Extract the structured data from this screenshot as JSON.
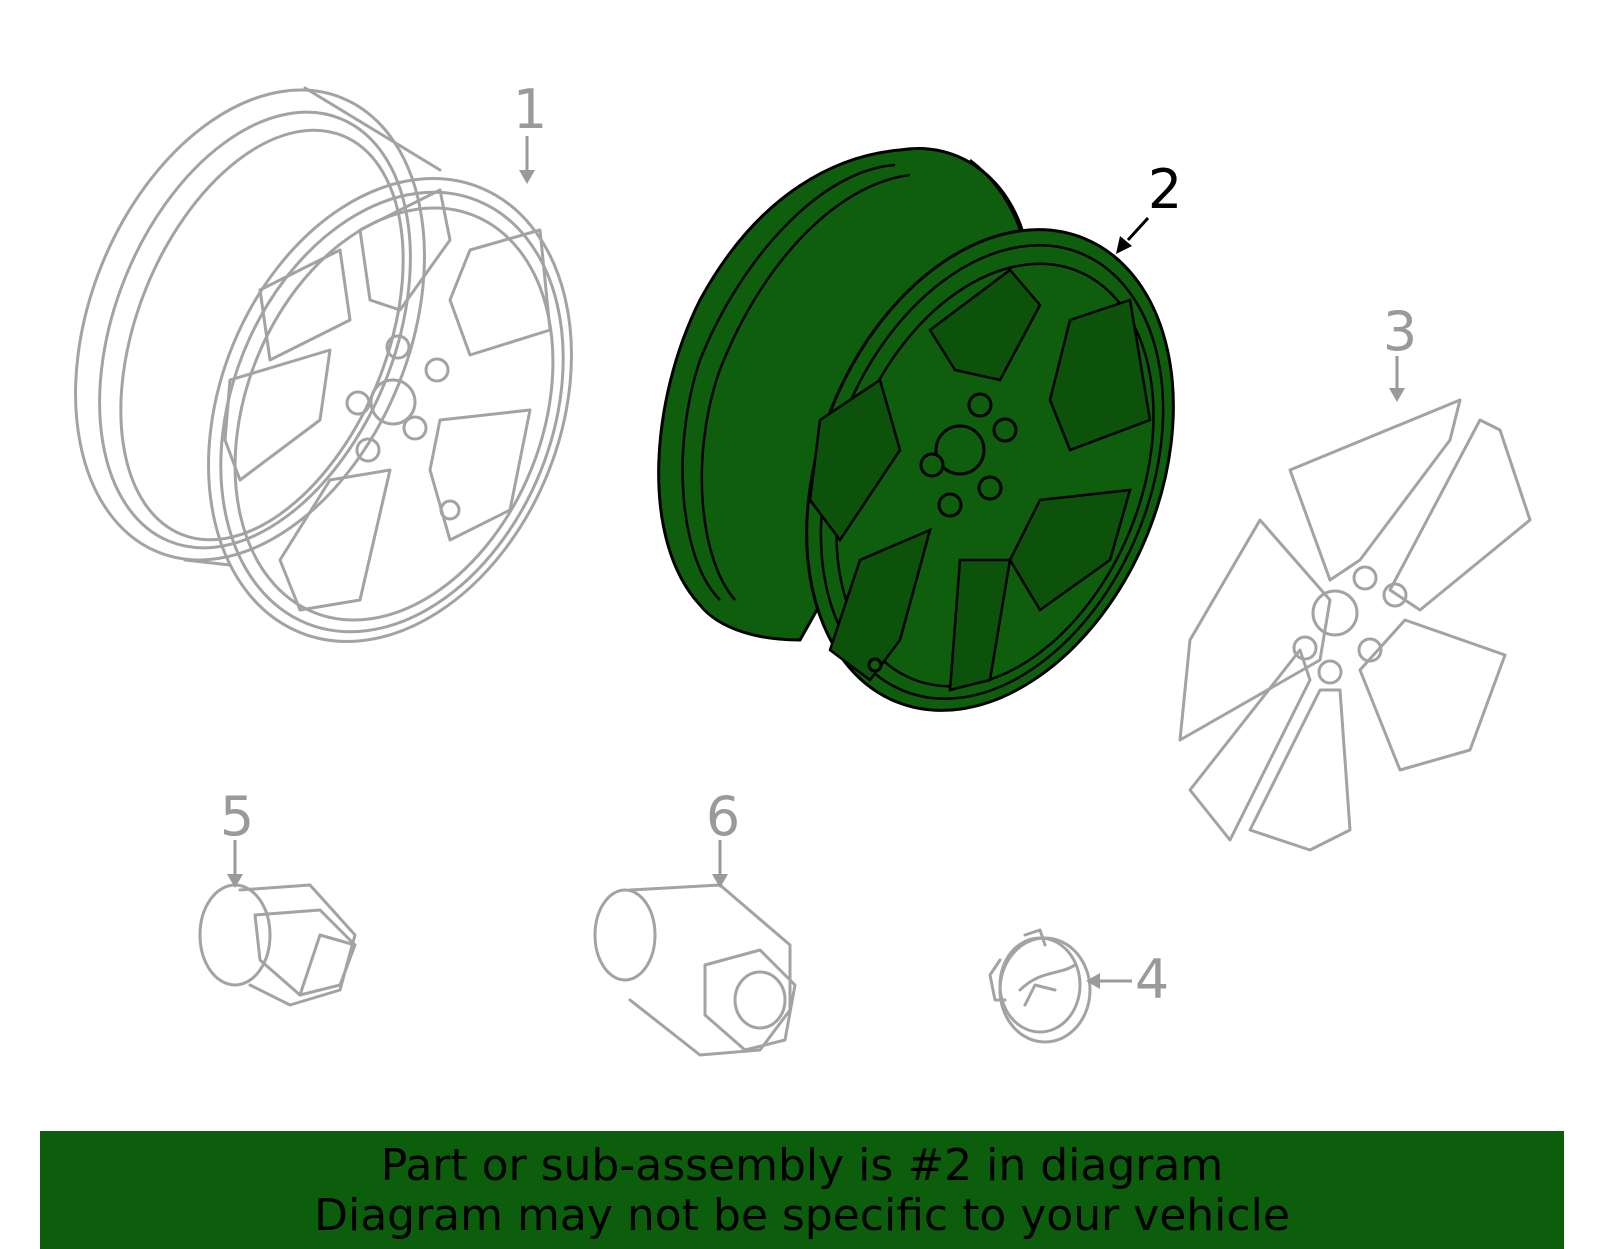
{
  "callouts": {
    "c1": "1",
    "c2": "2",
    "c3": "3",
    "c4": "4",
    "c5": "5",
    "c6": "6"
  },
  "highlighted_part": "2",
  "colors": {
    "highlight_fill": "#0f5e0d",
    "faded_stroke": "#a3a3a3",
    "banner_bg": "#0d5e0c"
  },
  "banner": {
    "line1": "Part or sub-assembly is #2 in diagram",
    "line2": "Diagram may not be specific to your vehicle"
  }
}
